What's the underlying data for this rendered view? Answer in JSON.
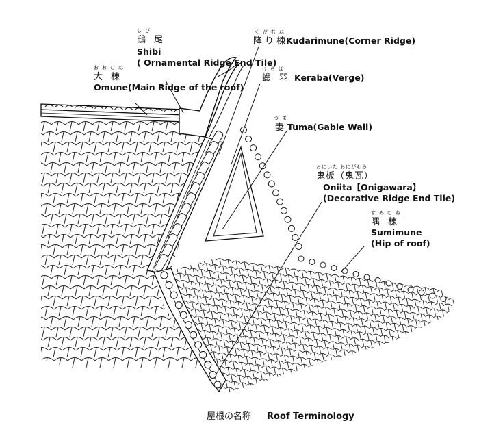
{
  "labels": {
    "shibi": {
      "ruby": "しび",
      "kanji": "鴟 尾",
      "en": "Shibi",
      "desc": "( Ornamental Ridge End Tile)"
    },
    "omune": {
      "ruby": "おおむね",
      "kanji": "大 棟",
      "en": "Omune(Main Ridge of the roof)"
    },
    "kudarimune": {
      "ruby": "くだむね",
      "kanji": "降り棟",
      "en": "Kudarimune(Corner Ridge)"
    },
    "keraba": {
      "ruby": "けらば",
      "kanji": "螻 羽",
      "en": "Keraba(Verge)"
    },
    "tuma": {
      "ruby": "つま",
      "kanji": "妻",
      "en": "Tuma(Gable Wall)"
    },
    "oniita": {
      "ruby": "おにいた おにがわら",
      "kanji": "鬼板（鬼瓦）",
      "en": "Oniita【Onigawara】",
      "desc": "(Decorative Ridge End Tile)"
    },
    "sumimune": {
      "ruby": "すみむね",
      "kanji": "隅 棟",
      "en": "Sumimune",
      "desc": "(Hip of roof)"
    }
  },
  "caption": {
    "ja": "屋根の名称",
    "en": "Roof Terminology"
  }
}
